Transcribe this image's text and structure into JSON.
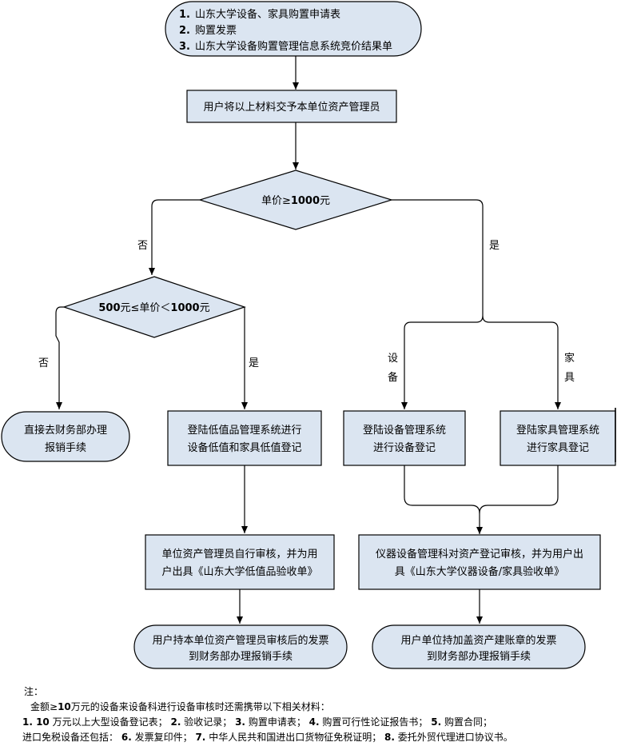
{
  "start": {
    "items": [
      {
        "num": "1.",
        "text": "山东大学设备、家具购置申请表"
      },
      {
        "num": "2.",
        "text": "购置发票"
      },
      {
        "num": "3.",
        "text": "山东大学设备购置管理信息系统竞价结果单"
      }
    ]
  },
  "steps": {
    "submit": "用户将以上材料交予本单位资产管理员",
    "decision1": {
      "prefix": "单价≥",
      "value": "1000",
      "suffix": "元"
    },
    "decision2": {
      "v1": "500",
      "mid": "元≤单价＜",
      "v2": "1000",
      "suffix": "元"
    },
    "finance_direct": [
      "直接去财务部办理",
      "报销手续"
    ],
    "low_value_register": [
      "登陆低值品管理系统进行",
      "设备低值和家具低值登记"
    ],
    "equipment_register": [
      "登陆设备管理系统",
      "进行设备登记"
    ],
    "furniture_register": [
      "登陆家具管理系统",
      "进行家具登记"
    ],
    "admin_review": [
      "单位资产管理员自行审核，并为用",
      "户出具《山东大学低值品验收单》"
    ],
    "dept_review": [
      "仪器设备管理科对资产登记审核，并为用户出",
      "具《山东大学仪器设备/家具验收单》"
    ],
    "end_left": [
      "用户持本单位资产管理员审核后的发票",
      "到财务部办理报销手续"
    ],
    "end_right": [
      "用户单位持加盖资产建账章的发票",
      "到财务部办理报销手续"
    ]
  },
  "labels": {
    "no1": "否",
    "yes1": "是",
    "no2": "否",
    "yes2": "是",
    "equip": [
      "设",
      "备"
    ],
    "furn": [
      "家",
      "具"
    ]
  },
  "notes": {
    "title": "注：",
    "line1": {
      "pre": "金额≥",
      "num": "10",
      "post": "万元的设备来设备科进行设备审核时还需携带以下相关材料："
    },
    "line2": [
      {
        "n": "1. 10",
        "t": "万元以上大型设备登记表；"
      },
      {
        "n": "2.",
        "t": "验收记录；"
      },
      {
        "n": "3.",
        "t": "购置申请表；"
      },
      {
        "n": "4.",
        "t": "购置可行性论证报告书；"
      },
      {
        "n": "5.",
        "t": "购置合同；"
      }
    ],
    "line3_pre": "进口免税设备还包括：",
    "line3": [
      {
        "n": "6.",
        "t": "发票复印件；"
      },
      {
        "n": "7.",
        "t": "中华人民共和国进出口货物征免税证明；"
      },
      {
        "n": "8.",
        "t": "委托外贸代理进口协议书。"
      }
    ]
  },
  "colors": {
    "fill": "#dbe5f1",
    "stroke": "#000000"
  }
}
